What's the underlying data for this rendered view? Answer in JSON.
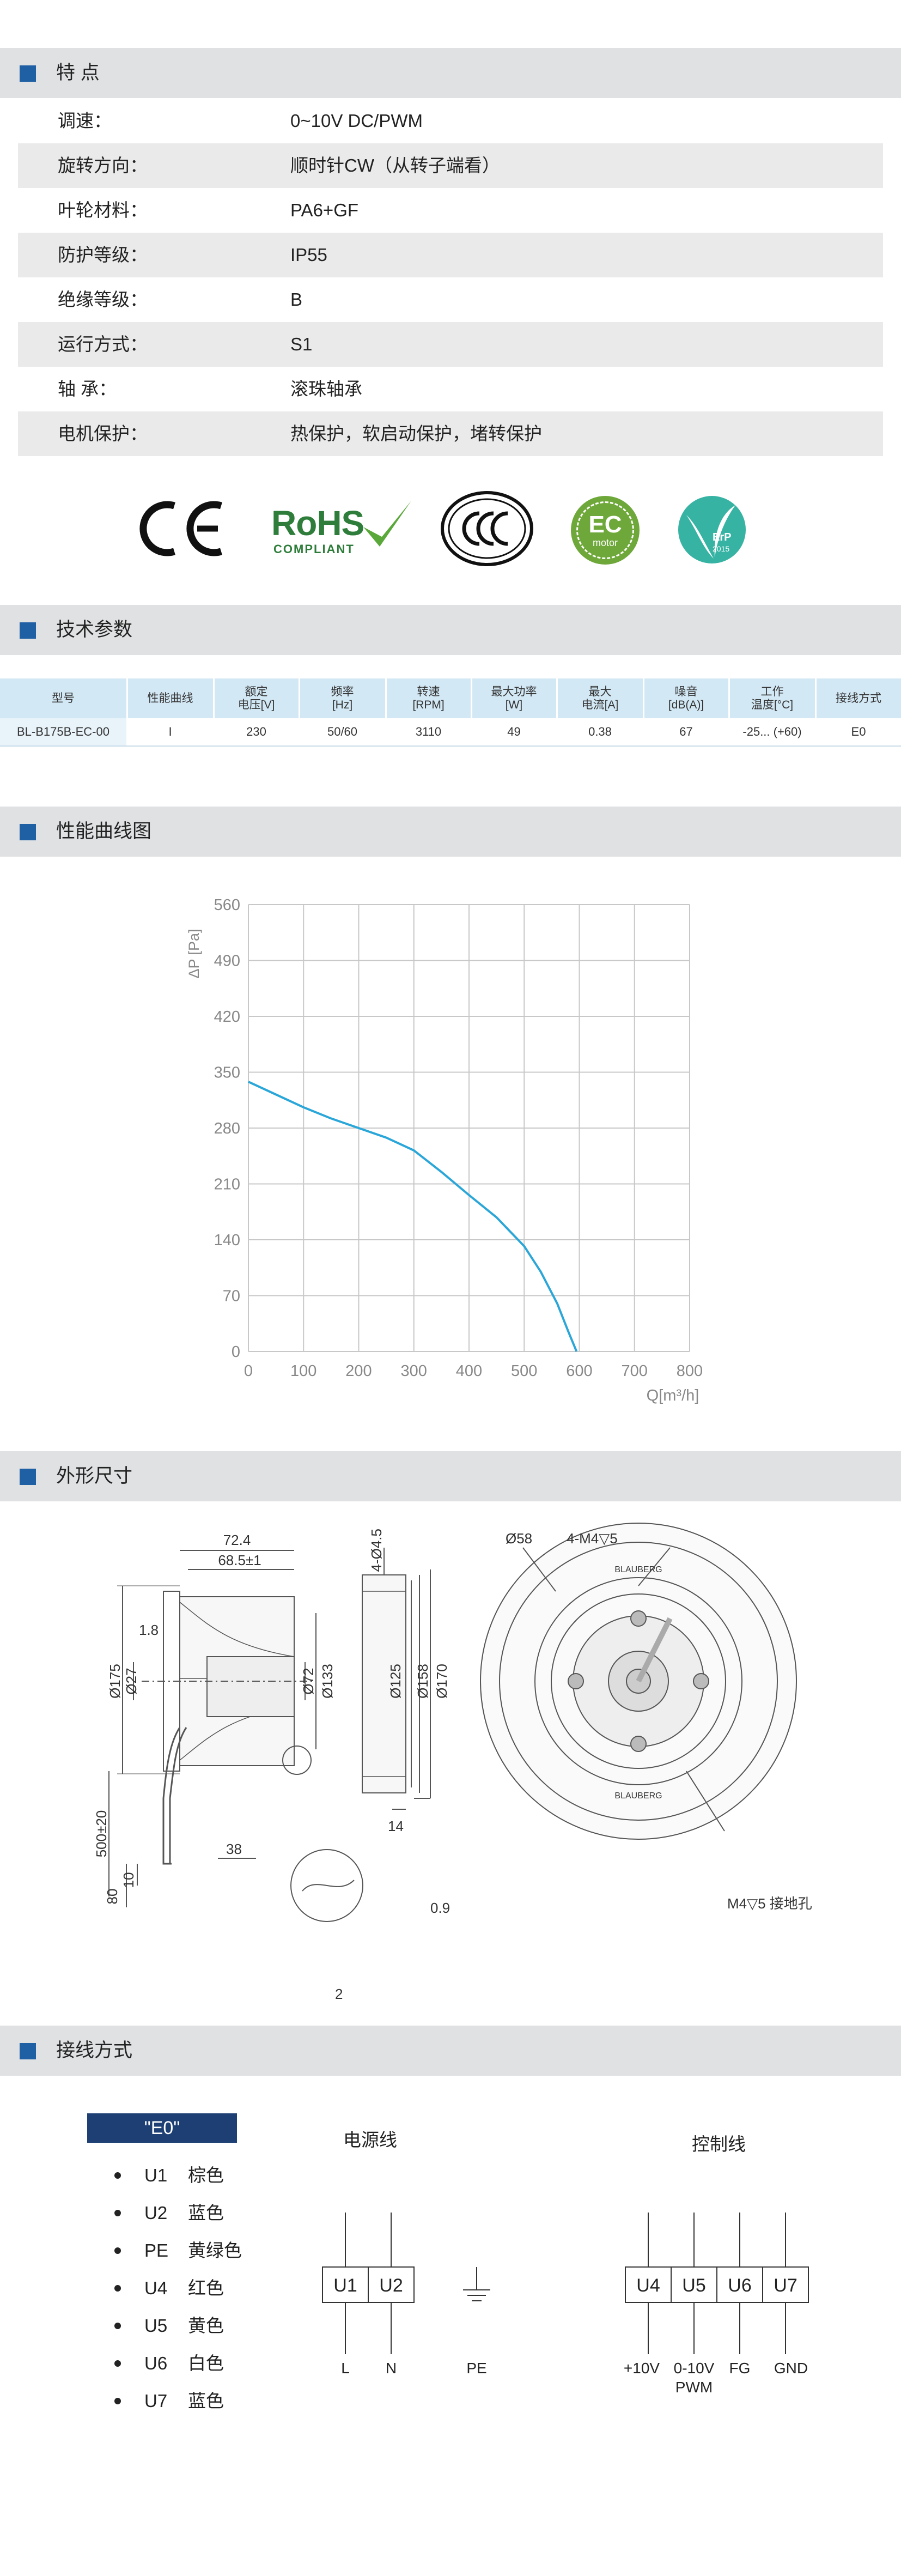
{
  "sections": {
    "features": "特 点",
    "tech_params": "技术参数",
    "curve": "性能曲线图",
    "dimensions": "外形尺寸",
    "wiring": "接线方式"
  },
  "features": [
    {
      "key": "调速：",
      "value": "0~10V DC/PWM"
    },
    {
      "key": "旋转方向：",
      "value": "顺时针CW（从转子端看）"
    },
    {
      "key": "叶轮材料：",
      "value": "PA6+GF"
    },
    {
      "key": "防护等级：",
      "value": "IP55"
    },
    {
      "key": "绝缘等级：",
      "value": "B"
    },
    {
      "key": "运行方式：",
      "value": "S1"
    },
    {
      "key": "轴 承：",
      "value": "滚珠轴承"
    },
    {
      "key": "电机保护：",
      "value": "热保护，软启动保护，堵转保护"
    }
  ],
  "certifications": {
    "ce": "CE",
    "rohs_main": "RoHS",
    "rohs_sub": "COMPLIANT",
    "ccc": "CCC",
    "ec_main": "EC",
    "ec_sub": "motor",
    "erp_main": "ErP",
    "erp_year": "2015"
  },
  "spec_table": {
    "headers": [
      "型号",
      "性能曲线",
      "额定\n电压[V]",
      "频率\n[Hz]",
      "转速\n[RPM]",
      "最大功率\n[W]",
      "最大\n电流[A]",
      "噪音\n[dB(A)]",
      "工作\n温度[°C]",
      "接线方式"
    ],
    "row": [
      "BL-B175B-EC-00",
      "I",
      "230",
      "50/60",
      "3110",
      "49",
      "0.38",
      "67",
      "-25... (+60)",
      "E0"
    ]
  },
  "chart_data": {
    "type": "line",
    "xlabel": "Q[m³/h]",
    "ylabel": "ΔP [Pa]",
    "xlim": [
      0,
      800
    ],
    "ylim": [
      0,
      560
    ],
    "x_ticks": [
      "0",
      "100",
      "200",
      "300",
      "400",
      "500",
      "600",
      "700",
      "800"
    ],
    "y_ticks": [
      "0",
      "70",
      "140",
      "210",
      "280",
      "350",
      "420",
      "490",
      "560"
    ],
    "grid": true,
    "color": "#2aa6d8",
    "series": [
      {
        "x": [
          0,
          50,
          100,
          150,
          200,
          250,
          300,
          350,
          400,
          450,
          500,
          530,
          560,
          580,
          595
        ],
        "y": [
          338,
          322,
          306,
          292,
          280,
          268,
          252,
          225,
          196,
          168,
          132,
          100,
          60,
          25,
          0
        ]
      }
    ]
  },
  "dimensions": {
    "side": {
      "w_outer": "72.4",
      "w_inner": "68.5±1",
      "d_175": "Ø175",
      "d_27": "Ø27",
      "d_72": "Ø72",
      "d_133": "Ø133",
      "t_18": "1.8",
      "cable": "500±20",
      "l_38": "38",
      "l_80": "80",
      "l_10": "10",
      "l_2": "2"
    },
    "profile": {
      "holes": "4-Ø4.5",
      "d_125": "Ø125",
      "d_158": "Ø158",
      "d_170": "Ø170",
      "t_14": "14",
      "t_09": "0.9"
    },
    "front": {
      "d_58": "Ø58",
      "screws": "4-M4▽5",
      "ground": "M4▽5  接地孔",
      "brand": "BLAUBERG"
    }
  },
  "wiring": {
    "legend_title": "\"E0\"",
    "legend": [
      {
        "code": "U1",
        "color": "棕色"
      },
      {
        "code": "U2",
        "color": "蓝色"
      },
      {
        "code": "PE",
        "color": "黄绿色"
      },
      {
        "code": "U4",
        "color": "红色"
      },
      {
        "code": "U5",
        "color": "黄色"
      },
      {
        "code": "U6",
        "color": "白色"
      },
      {
        "code": "U7",
        "color": "蓝色"
      }
    ],
    "power_title": "电源线",
    "control_title": "控制线",
    "power_terms": [
      "U1",
      "U2"
    ],
    "power_labels": [
      "L",
      "N",
      "PE"
    ],
    "control_terms": [
      "U4",
      "U5",
      "U6",
      "U7"
    ],
    "control_labels": [
      "+10V",
      "0-10V",
      "FG",
      "GND"
    ],
    "control_sub": "PWM"
  },
  "colors": {
    "accent": "#1f5fa3",
    "table_header": "#d3e8f5",
    "curve": "#2aa6d8",
    "legend_box": "#1d3f74"
  }
}
